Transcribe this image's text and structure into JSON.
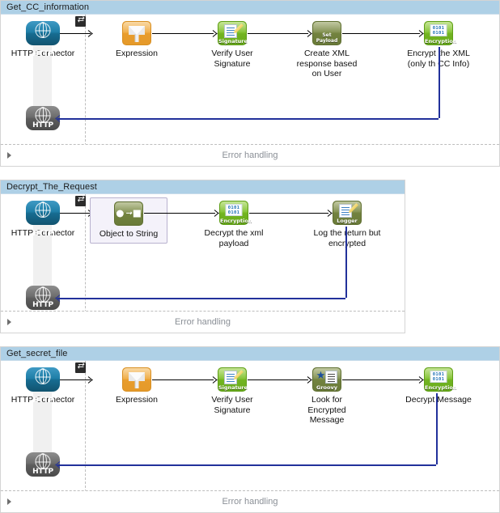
{
  "app": {
    "kind": "mule-flow-canvas",
    "colors": {
      "flow_header": "#aed0e6",
      "panel_border": "#d4d4d4",
      "response_route": "#22319b",
      "selection_border": "#b9b2cf",
      "selection_fill": "#f4f2fa",
      "http_blue": "#1f7fa8",
      "http_gray": "#6d6d6d",
      "expression_orange": "#efa93f",
      "green": "#7fc02c",
      "olive": "#7c8b49"
    },
    "error_handling_label": "Error handling",
    "error_handling_toggle_icon": "triangle-right-icon"
  },
  "flows": [
    {
      "title": "Get_CC_information",
      "source": {
        "inbound_label": "HTTP Connector",
        "inbound_icon": "http-connector-icon",
        "inbound_badge_icon": "request-response-icon",
        "outbound_icon": "http-response-icon"
      },
      "processors": [
        {
          "label": "Expression",
          "icon": "expression-filter-icon",
          "icon_caption": "",
          "style": "orange",
          "glyph": "funnel",
          "selected": false
        },
        {
          "label": "Verify User\nSignature",
          "icon": "signature-icon",
          "icon_caption": "Signature",
          "style": "green",
          "glyph": "doc-pencil",
          "selected": false
        },
        {
          "label": "Create XML\nresponse based\non User",
          "icon": "set-payload-icon",
          "icon_caption": "Set\nPayload",
          "style": "olive",
          "glyph": "text-only",
          "selected": false
        },
        {
          "label": "Encrypt the XML\n(only th CC Info)",
          "icon": "encryption-icon",
          "icon_caption": "Encryption",
          "style": "green",
          "glyph": "binary",
          "selected": false
        }
      ],
      "error_handling_label": "Error handling"
    },
    {
      "title": "Decrypt_The_Request",
      "source": {
        "inbound_label": "HTTP Connector",
        "inbound_icon": "http-connector-icon",
        "inbound_badge_icon": "request-response-icon",
        "outbound_icon": "http-response-icon"
      },
      "processors": [
        {
          "label": "Object to String",
          "icon": "object-to-string-icon",
          "icon_caption": "",
          "style": "olive",
          "glyph": "object-to-string",
          "selected": true
        },
        {
          "label": "Decrypt the xml\npayload",
          "icon": "encryption-icon",
          "icon_caption": "Encryption",
          "style": "green",
          "glyph": "binary",
          "selected": false
        },
        {
          "label": "Log the return but\nencrypted",
          "icon": "logger-icon",
          "icon_caption": "Logger",
          "style": "olive",
          "glyph": "doc-pencil",
          "selected": false
        }
      ],
      "error_handling_label": "Error handling"
    },
    {
      "title": "Get_secret_file",
      "source": {
        "inbound_label": "HTTP Connector",
        "inbound_icon": "http-connector-icon",
        "inbound_badge_icon": "request-response-icon",
        "outbound_icon": "http-response-icon"
      },
      "processors": [
        {
          "label": "Expression",
          "icon": "expression-filter-icon",
          "icon_caption": "",
          "style": "orange",
          "glyph": "funnel",
          "selected": false
        },
        {
          "label": "Verify User\nSignature",
          "icon": "signature-icon",
          "icon_caption": "Signature",
          "style": "green",
          "glyph": "doc-pencil",
          "selected": false
        },
        {
          "label": "Look for\nEncrypted\nMessage",
          "icon": "groovy-script-icon",
          "icon_caption": "Groovy",
          "style": "olive",
          "glyph": "groovy",
          "selected": false
        },
        {
          "label": "Decrypt Message",
          "icon": "encryption-icon",
          "icon_caption": "Encryption",
          "style": "green",
          "glyph": "binary",
          "selected": false
        }
      ],
      "error_handling_label": "Error handling"
    }
  ],
  "http_endpoint_text": "HTTP",
  "binary_rows": [
    "0101",
    "0101"
  ]
}
